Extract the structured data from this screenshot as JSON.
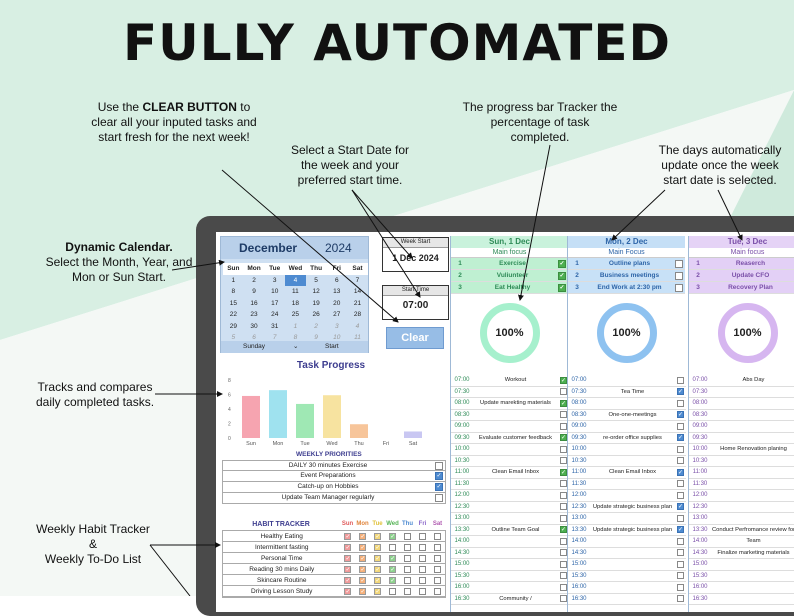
{
  "headline": "FULLY AUTOMATED",
  "notes": {
    "clear_pre": "Use the ",
    "clear_bold": "CLEAR BUTTON",
    "clear_post": " to clear all your inputed tasks and start fresh for the next week!",
    "start_date": "Select a Start Date for the week and your preferred start time.",
    "progress_bar": "The progress bar Tracker the percentage of task completed.",
    "days_update": "The days automatically update once the week start date is selected.",
    "calendar_bold": "Dynamic Calendar.",
    "calendar_text": "Select the Month, Year, and Mon or Sun Start.",
    "tracks": "Tracks and compares daily completed tasks.",
    "habit1": "Weekly Habit Tracker",
    "habit2": "&",
    "habit3": "Weekly To-Do List"
  },
  "calendar": {
    "month": "December",
    "year": "2024",
    "dow": [
      "Sun",
      "Mon",
      "Tue",
      "Wed",
      "Thu",
      "Fri",
      "Sat"
    ],
    "weeks": [
      [
        "1",
        "2",
        "3",
        "4",
        "5",
        "6",
        "7"
      ],
      [
        "8",
        "9",
        "10",
        "11",
        "12",
        "13",
        "14"
      ],
      [
        "15",
        "16",
        "17",
        "18",
        "19",
        "20",
        "21"
      ],
      [
        "22",
        "23",
        "24",
        "25",
        "26",
        "27",
        "28"
      ],
      [
        "29",
        "30",
        "31",
        "1",
        "2",
        "3",
        "4"
      ],
      [
        "5",
        "6",
        "7",
        "8",
        "9",
        "10",
        "11"
      ]
    ],
    "footer_start": "Sunday",
    "footer_label": "Start"
  },
  "week_start": {
    "label": "Week Start",
    "value": "1 Dec 2024"
  },
  "start_time": {
    "label": "Start Time",
    "value": "07:00"
  },
  "clear_label": "Clear",
  "colors": {
    "green": "#a6f0cd",
    "blue": "#8ec2f0",
    "purple": "#d6b6f0"
  },
  "days": [
    {
      "name": "Sun, 1 Dec",
      "focus": "Main focus",
      "percent": "100%",
      "tasks": [
        {
          "n": "1",
          "t": "Exercise"
        },
        {
          "n": "2",
          "t": "Vuliunteer"
        },
        {
          "n": "3",
          "t": "Eat Healthy"
        }
      ]
    },
    {
      "name": "Mon, 2 Dec",
      "focus": "Main Focus",
      "percent": "100%",
      "tasks": [
        {
          "n": "1",
          "t": "Outline plans"
        },
        {
          "n": "2",
          "t": "Business meetings"
        },
        {
          "n": "3",
          "t": "End Work at 2:30 pm"
        }
      ]
    },
    {
      "name": "Tue, 3 Dec",
      "focus": "Main focus",
      "percent": "100%",
      "tasks": [
        {
          "n": "1",
          "t": "Reaserch"
        },
        {
          "n": "2",
          "t": "Update CFO"
        },
        {
          "n": "3",
          "t": "Recovery Plan"
        }
      ]
    }
  ],
  "times": [
    "07:00",
    "07:30",
    "08:00",
    "08:30",
    "09:00",
    "09:30",
    "10:00",
    "10:30",
    "11:00",
    "11:30",
    "12:00",
    "12:30",
    "13:00",
    "13:30",
    "14:00",
    "14:30",
    "15:00",
    "15:30",
    "16:00",
    "16:30"
  ],
  "sched_sun": {
    "0": "Workout",
    "2": "Update marekting materials",
    "5": "Evaluate customer feedback",
    "8": "Clean Email Inbox",
    "13": "Outline Team Goal",
    "19": "Community /"
  },
  "sched_mon": {
    "1": "Tea Time",
    "3": "One-one-meetings",
    "5": "re-order office supplies",
    "8": "Clean Email Inbox",
    "11": "Update strategic business plan",
    "13": "Update strategic business plan"
  },
  "sched_tue": {
    "0": "Abs Day",
    "6": "Home Renovation planing",
    "13": "Conduct Perfromance review for Team",
    "15": "Finalize marketing materials"
  },
  "task_progress": {
    "title": "Task Progress"
  },
  "chart_data": {
    "type": "bar",
    "title": "Task Progress",
    "categories": [
      "Sun",
      "Mon",
      "Tue",
      "Wed",
      "Thu",
      "Fri",
      "Sat"
    ],
    "values": [
      5.8,
      6.6,
      4.7,
      5.9,
      1.9,
      0,
      0.9
    ],
    "ylim": [
      0,
      8
    ],
    "yticks": [
      "8",
      "6",
      "4",
      "2",
      "0"
    ],
    "colors": [
      "#f6a4b0",
      "#9fe2ef",
      "#9fe8b4",
      "#f7e3a0",
      "#f7c59a",
      "#d9d3f5",
      "#c9c7f2"
    ]
  },
  "weekly_priorities": {
    "title": "WEEKLY PRIORITIES",
    "items": [
      {
        "t": "DAILY 30 minutes Exercise",
        "c": false
      },
      {
        "t": "Event Preparations",
        "c": true
      },
      {
        "t": "Catch-up on Hobbies",
        "c": true
      },
      {
        "t": "Update Team Manager regularly",
        "c": false
      }
    ]
  },
  "habit_tracker": {
    "title": "HABIT TRACKER",
    "days": [
      "Sun",
      "Mon",
      "Tue",
      "Wed",
      "Thu",
      "Fri",
      "Sat"
    ],
    "day_colors": [
      "#e05a5a",
      "#e0843a",
      "#e0c23a",
      "#56b456",
      "#4e8bd1",
      "#8a66c9",
      "#b05ab0"
    ],
    "habits": [
      {
        "n": "Healthy Eating",
        "c": [
          1,
          1,
          1,
          1,
          0,
          0,
          0
        ]
      },
      {
        "n": "Intermittent fasting",
        "c": [
          1,
          1,
          1,
          0,
          0,
          0,
          0
        ]
      },
      {
        "n": "Personal Time",
        "c": [
          1,
          1,
          1,
          1,
          0,
          0,
          0
        ]
      },
      {
        "n": "Reading 30 mins Daily",
        "c": [
          1,
          1,
          1,
          1,
          0,
          0,
          0
        ]
      },
      {
        "n": "Skincare Routine",
        "c": [
          1,
          1,
          1,
          1,
          0,
          0,
          0
        ]
      },
      {
        "n": "Driving Lesson Study",
        "c": [
          1,
          1,
          1,
          0,
          0,
          0,
          0
        ]
      }
    ]
  }
}
